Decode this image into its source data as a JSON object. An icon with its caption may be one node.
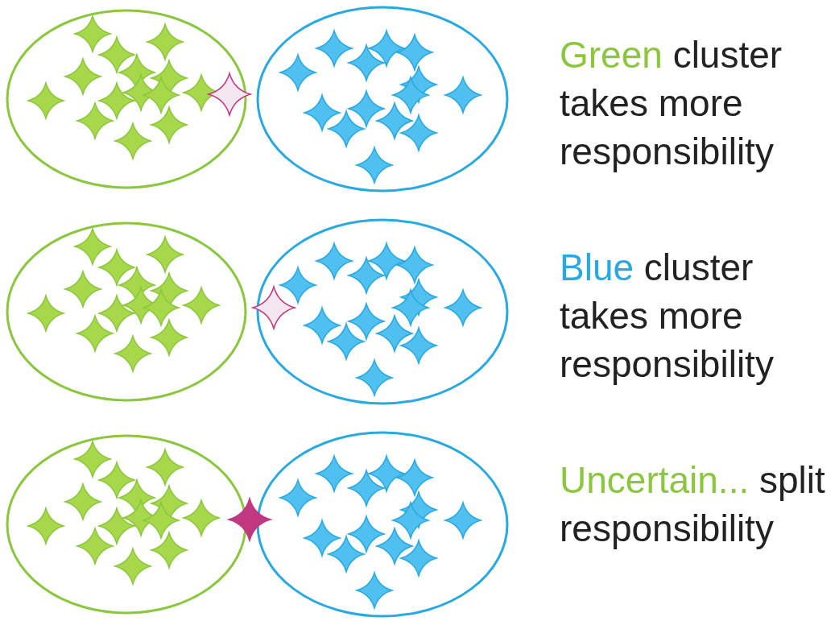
{
  "diagram": {
    "labels": [
      "Green cluster takes more responsibility",
      "Blue cluster takes more responsibility",
      "Uncertain... split responsibility"
    ]
  }
}
